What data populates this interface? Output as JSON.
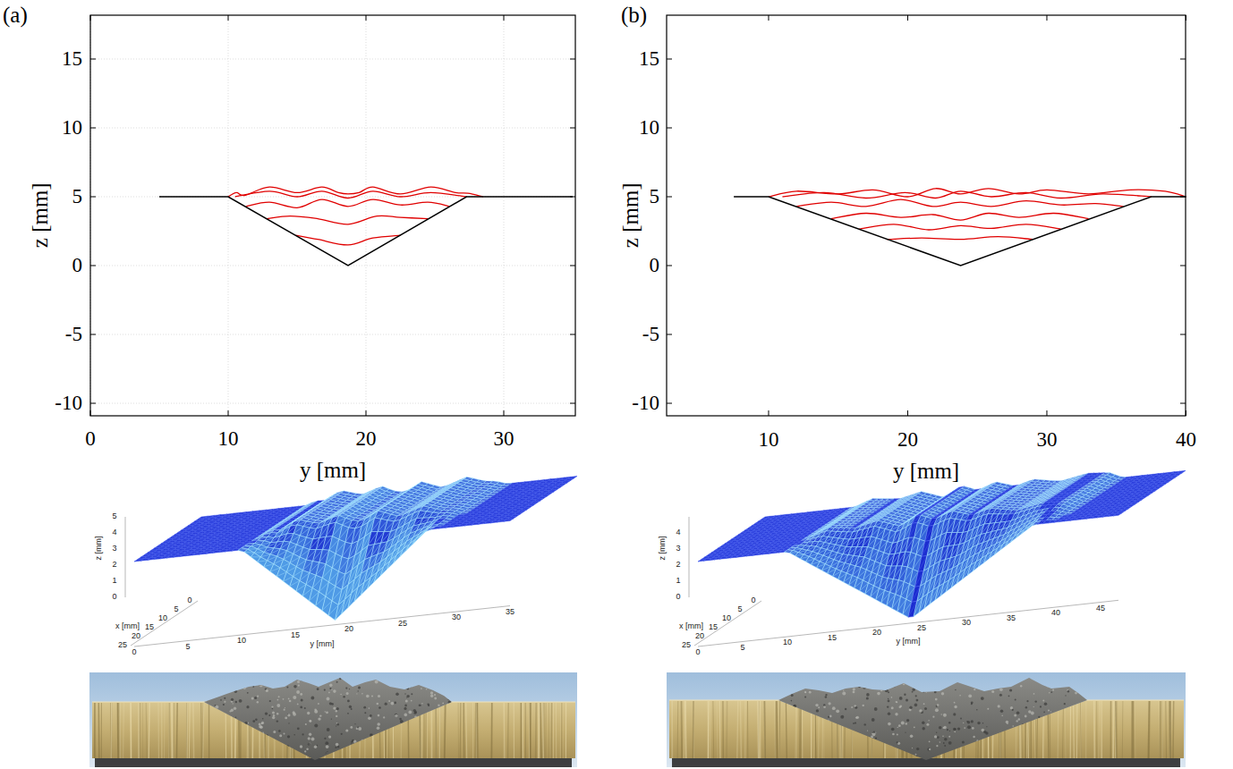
{
  "diagram": {
    "labels": [
      "(a)",
      "15",
      "10",
      "5",
      "0",
      "-5",
      "-10",
      "0",
      "10",
      "20",
      "30",
      "z [mm]",
      "y [mm]",
      "(b)",
      "15",
      "10",
      "5",
      "0",
      "-5",
      "-10",
      "10",
      "20",
      "30",
      "40",
      "z [mm]",
      "y [mm]",
      "z [mm]",
      "0",
      "1",
      "2",
      "3",
      "4",
      "5",
      "x [mm]",
      "0",
      "5",
      "10",
      "15",
      "20",
      "25",
      "y [mm]",
      "0",
      "5",
      "10",
      "15",
      "20",
      "25",
      "30",
      "35",
      "z [mm]",
      "0",
      "1",
      "2",
      "3",
      "4",
      "x [mm]",
      "0",
      "5",
      "10",
      "15",
      "20",
      "25",
      "y [mm]",
      "0",
      "5",
      "10",
      "15",
      "20",
      "25",
      "30",
      "35",
      "40",
      "45"
    ]
  }
}
